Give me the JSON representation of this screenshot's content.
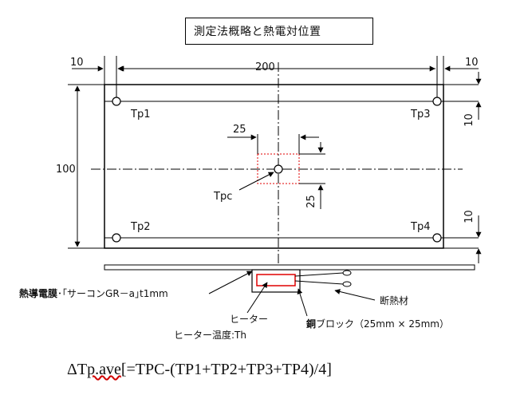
{
  "title": "測定法概略と熱電対位置",
  "dimensions": {
    "top_left_margin": "10",
    "width": "200",
    "top_right_margin": "10",
    "height": "100",
    "right_top_offset": "10",
    "right_bottom_offset": "10",
    "center_box_width": "25",
    "center_box_height": "25"
  },
  "points": {
    "tp1": "Tp1",
    "tp2": "Tp2",
    "tp3": "Tp3",
    "tp4": "Tp4",
    "tpc": "Tpc"
  },
  "annotations": {
    "film_label_bold": "熱導電膜",
    "film_label_rest": "･｢サーコンGR－a｣t1mm",
    "insulation": "断熱材",
    "heater": "ヒーター",
    "heater_temp": "ヒーター温度:Th",
    "copper_block_bold": "銅",
    "copper_block_rest": "ブロック（25mm × 25mm）"
  },
  "formula": {
    "prefix": "ΔT",
    "wavy": "p.ave",
    "rest": "[=TPC-(TP1+TP2+TP3+TP4)/4]"
  },
  "colors": {
    "line": "#000000",
    "highlight": "#e00000"
  }
}
